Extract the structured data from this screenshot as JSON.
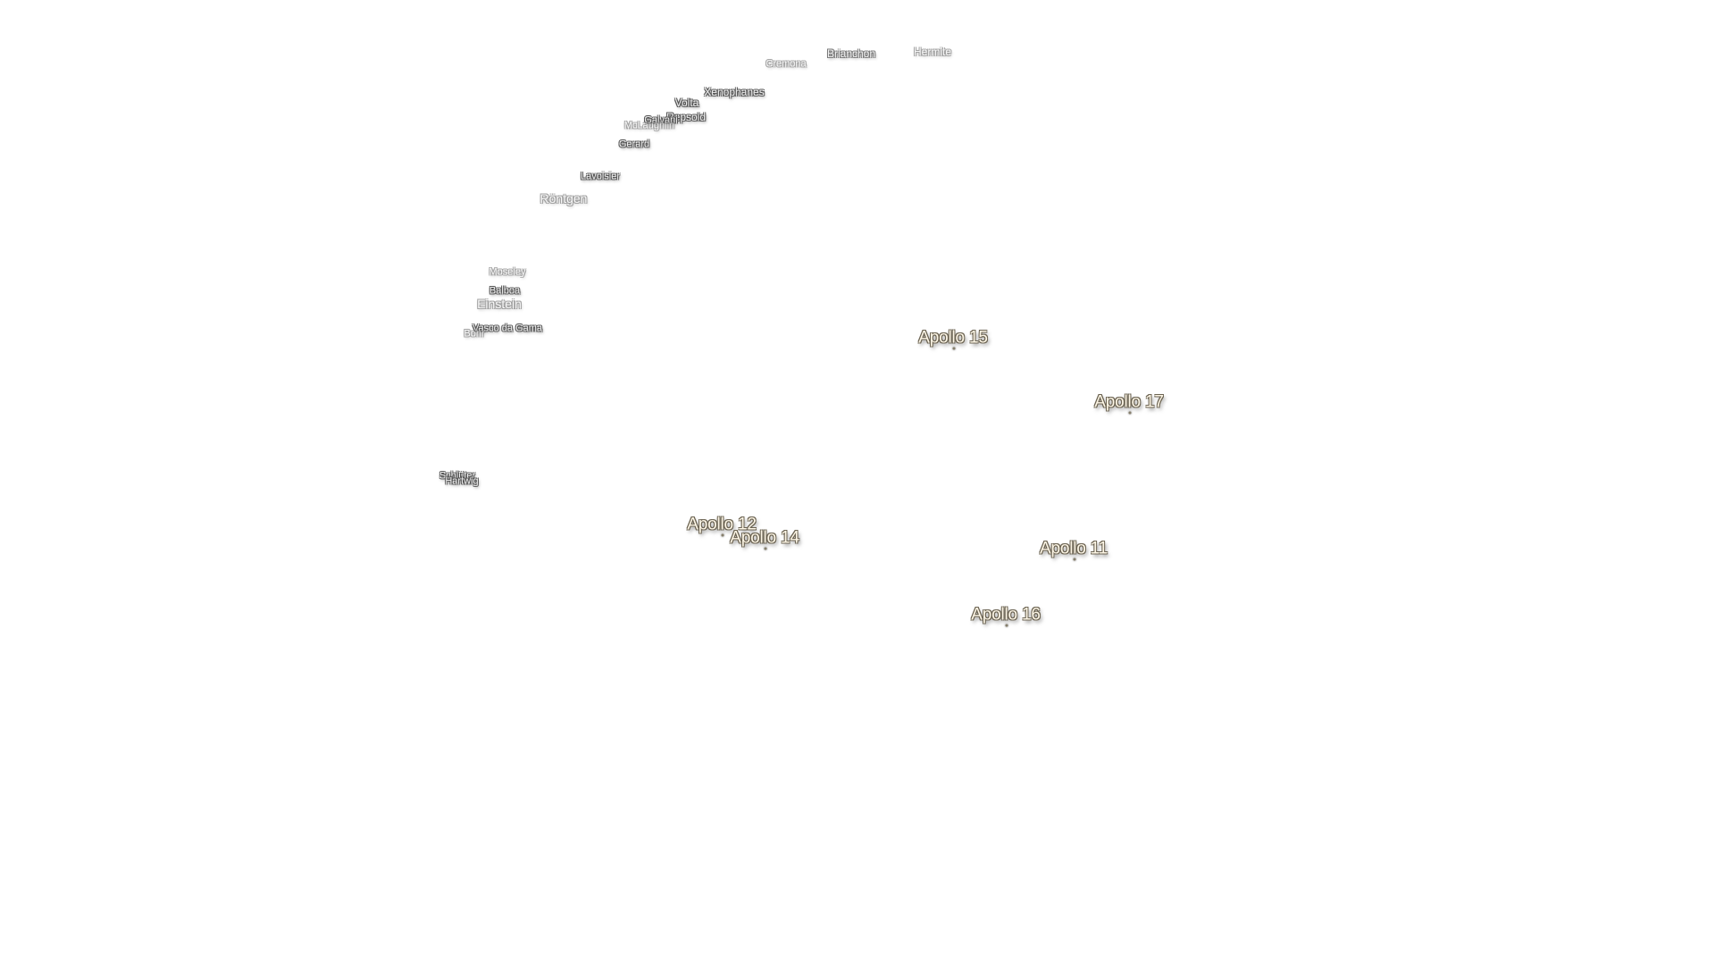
{
  "map": {
    "crater_labels": [
      {
        "id": "hermite",
        "name": "Hermite"
      },
      {
        "id": "brianchon",
        "name": "Brianchon"
      },
      {
        "id": "cremona",
        "name": "Cremona"
      },
      {
        "id": "xenophanes",
        "name": "Xenophanes"
      },
      {
        "id": "volta",
        "name": "Volta"
      },
      {
        "id": "repsold",
        "name": "Repsold"
      },
      {
        "id": "galvani",
        "name": "Galvani"
      },
      {
        "id": "mclaughlin",
        "name": "McLaughlin"
      },
      {
        "id": "gerard",
        "name": "Gerard"
      },
      {
        "id": "lavoisier",
        "name": "Lavoisier"
      },
      {
        "id": "rontgen",
        "name": "Röntgen"
      },
      {
        "id": "moseley",
        "name": "Moseley"
      },
      {
        "id": "balboa",
        "name": "Balboa"
      },
      {
        "id": "einstein",
        "name": "Einstein"
      },
      {
        "id": "vasco-da-gama",
        "name": "Vasco da Gama"
      },
      {
        "id": "bohr",
        "name": "Bohr"
      },
      {
        "id": "schluter",
        "name": "Schlüter"
      },
      {
        "id": "hartwig",
        "name": "Hartwig"
      }
    ],
    "landing_sites": [
      {
        "id": "apollo-15",
        "name": "Apollo 15"
      },
      {
        "id": "apollo-17",
        "name": "Apollo 17"
      },
      {
        "id": "apollo-12",
        "name": "Apollo 12"
      },
      {
        "id": "apollo-14",
        "name": "Apollo 14"
      },
      {
        "id": "apollo-11",
        "name": "Apollo 11"
      },
      {
        "id": "apollo-16",
        "name": "Apollo 16"
      }
    ]
  }
}
